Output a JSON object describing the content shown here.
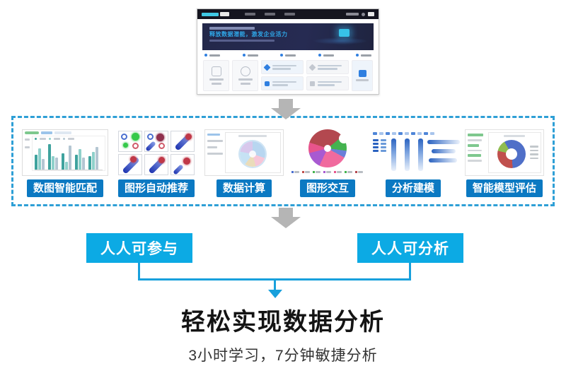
{
  "site_preview": {
    "hero_headline": "释放数据潜能，激发企业活力"
  },
  "steps": [
    {
      "label": "数图智能匹配"
    },
    {
      "label": "图形自动推荐"
    },
    {
      "label": "数据计算"
    },
    {
      "label": "图形交互"
    },
    {
      "label": "分析建模"
    },
    {
      "label": "智能模型评估"
    }
  ],
  "benefits": [
    {
      "label": "人人可参与"
    },
    {
      "label": "人人可分析"
    }
  ],
  "conclusion": {
    "title": "轻松实现数据分析",
    "subtitle": "3小时学习，7分钟敏捷分析"
  },
  "colors": {
    "step_button": "#0b79c2",
    "benefit_button": "#0caae4",
    "dashed_border": "#2e9fd6",
    "arrow_gray": "#b5b5b5",
    "connector_blue": "#18a0dc"
  },
  "thumb_charts": {
    "bar_groups": [
      [
        0.55,
        0.8,
        0.4
      ],
      [
        0.95,
        0.5,
        0.45
      ],
      [
        0.6,
        0.3,
        0.9
      ],
      [
        0.55,
        0.75,
        0.45
      ],
      [
        0.5,
        0.65,
        0.85
      ]
    ],
    "bar_colors": [
      "#3fa39e",
      "#8fd0cb",
      "#b4c6d2"
    ],
    "donut_segments": [
      {
        "color": "#4f6fc8",
        "pct": 57
      },
      {
        "color": "#c0504d",
        "pct": 30
      },
      {
        "color": "#8fbc4f",
        "pct": 13
      }
    ]
  }
}
